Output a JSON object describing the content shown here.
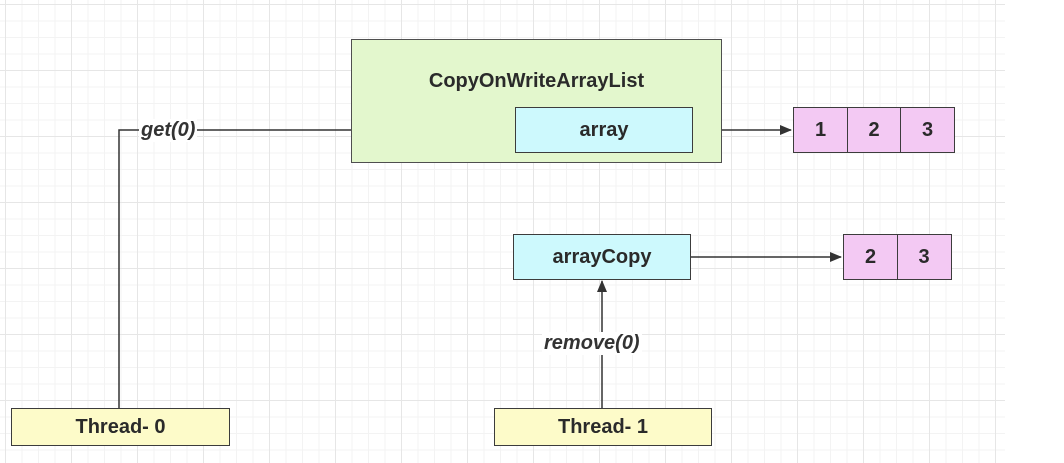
{
  "container": {
    "title": "CopyOnWriteArrayList"
  },
  "nodes": {
    "array": "array",
    "array_copy": "arrayCopy",
    "thread_0": "Thread- 0",
    "thread_1": "Thread- 1"
  },
  "original_array": [
    "1",
    "2",
    "3"
  ],
  "copied_array": [
    "2",
    "3"
  ],
  "edge_labels": {
    "get": "get(0)",
    "remove": "remove(0)"
  },
  "colors": {
    "container_fill": "#e3f7cd",
    "reference_fill": "#cdf9fd",
    "thread_fill": "#fdfbc9",
    "cell_fill": "#f3c9f3",
    "line": "#333333"
  }
}
